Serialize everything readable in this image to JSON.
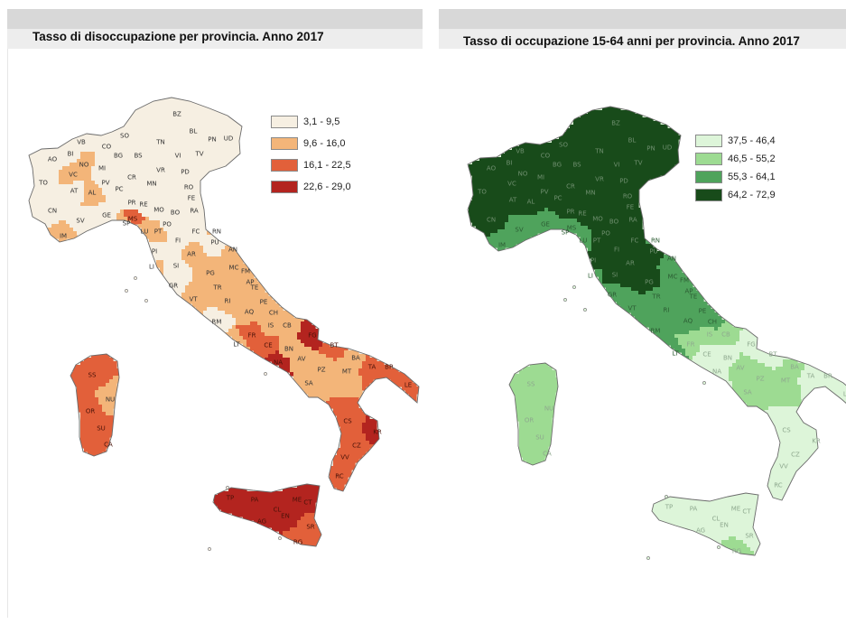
{
  "left": {
    "title": "Tasso di disoccupazione per provincia. Anno 2017",
    "legend": [
      {
        "label": "3,1 - 9,5",
        "color": "#f6efe2"
      },
      {
        "label": "9,6 - 16,0",
        "color": "#f3b579"
      },
      {
        "label": "16,1 - 22,5",
        "color": "#e2603a"
      },
      {
        "label": "22,6 - 29,0",
        "color": "#b3241f"
      }
    ]
  },
  "right": {
    "title": "Tasso di occupazione 15-64 anni per provincia. Anno 2017",
    "legend": [
      {
        "label": "37,5 - 46,4",
        "color": "#ddf5d9"
      },
      {
        "label": "46,5 - 55,2",
        "color": "#9ddb92"
      },
      {
        "label": "55,3 - 64,1",
        "color": "#4fa35c"
      },
      {
        "label": "64,2 - 72,9",
        "color": "#184b1a"
      }
    ]
  },
  "provinces": [
    {
      "code": "BZ",
      "u": 0,
      "o": 3
    },
    {
      "code": "TN",
      "u": 0,
      "o": 3
    },
    {
      "code": "BL",
      "u": 0,
      "o": 3
    },
    {
      "code": "UD",
      "u": 0,
      "o": 3
    },
    {
      "code": "PN",
      "u": 0,
      "o": 3
    },
    {
      "code": "SO",
      "u": 0,
      "o": 3
    },
    {
      "code": "VB",
      "u": 0,
      "o": 3
    },
    {
      "code": "BI",
      "u": 0,
      "o": 3
    },
    {
      "code": "CO",
      "u": 0,
      "o": 3
    },
    {
      "code": "BG",
      "u": 0,
      "o": 3
    },
    {
      "code": "BS",
      "u": 0,
      "o": 3
    },
    {
      "code": "VI",
      "u": 0,
      "o": 3
    },
    {
      "code": "TV",
      "u": 0,
      "o": 3
    },
    {
      "code": "VR",
      "u": 0,
      "o": 3
    },
    {
      "code": "PD",
      "u": 0,
      "o": 3
    },
    {
      "code": "MI",
      "u": 0,
      "o": 3
    },
    {
      "code": "NO",
      "u": 1,
      "o": 3
    },
    {
      "code": "VC",
      "u": 1,
      "o": 3
    },
    {
      "code": "AO",
      "u": 0,
      "o": 3
    },
    {
      "code": "TO",
      "u": 0,
      "o": 3
    },
    {
      "code": "AT",
      "u": 0,
      "o": 3
    },
    {
      "code": "AL",
      "u": 1,
      "o": 3
    },
    {
      "code": "CN",
      "u": 0,
      "o": 3
    },
    {
      "code": "PV",
      "u": 0,
      "o": 3
    },
    {
      "code": "PC",
      "u": 0,
      "o": 3
    },
    {
      "code": "CR",
      "u": 0,
      "o": 3
    },
    {
      "code": "MN",
      "u": 0,
      "o": 3
    },
    {
      "code": "RO",
      "u": 0,
      "o": 3
    },
    {
      "code": "PR",
      "u": 0,
      "o": 3
    },
    {
      "code": "RE",
      "u": 0,
      "o": 3
    },
    {
      "code": "MO",
      "u": 0,
      "o": 3
    },
    {
      "code": "BO",
      "u": 0,
      "o": 3
    },
    {
      "code": "FE",
      "u": 0,
      "o": 3
    },
    {
      "code": "RA",
      "u": 0,
      "o": 3
    },
    {
      "code": "FC",
      "u": 0,
      "o": 3
    },
    {
      "code": "GE",
      "u": 0,
      "o": 2
    },
    {
      "code": "SV",
      "u": 0,
      "o": 2
    },
    {
      "code": "IM",
      "u": 1,
      "o": 2
    },
    {
      "code": "SP",
      "u": 1,
      "o": 2
    },
    {
      "code": "MS",
      "u": 2,
      "o": 2
    },
    {
      "code": "LU",
      "u": 1,
      "o": 2
    },
    {
      "code": "PT",
      "u": 1,
      "o": 3
    },
    {
      "code": "FI",
      "u": 0,
      "o": 3
    },
    {
      "code": "PO",
      "u": 0,
      "o": 3
    },
    {
      "code": "AR",
      "u": 1,
      "o": 3
    },
    {
      "code": "SI",
      "u": 0,
      "o": 3
    },
    {
      "code": "PI",
      "u": 0,
      "o": 3
    },
    {
      "code": "LI",
      "u": 1,
      "o": 2
    },
    {
      "code": "GR",
      "u": 0,
      "o": 2
    },
    {
      "code": "PU",
      "u": 0,
      "o": 3
    },
    {
      "code": "RN",
      "u": 1,
      "o": 2
    },
    {
      "code": "AN",
      "u": 1,
      "o": 2
    },
    {
      "code": "MC",
      "u": 1,
      "o": 2
    },
    {
      "code": "FM",
      "u": 1,
      "o": 2
    },
    {
      "code": "AP",
      "u": 1,
      "o": 2
    },
    {
      "code": "PG",
      "u": 1,
      "o": 3
    },
    {
      "code": "TR",
      "u": 1,
      "o": 2
    },
    {
      "code": "VT",
      "u": 1,
      "o": 2
    },
    {
      "code": "RI",
      "u": 1,
      "o": 2
    },
    {
      "code": "TE",
      "u": 1,
      "o": 2
    },
    {
      "code": "PE",
      "u": 1,
      "o": 2
    },
    {
      "code": "CH",
      "u": 1,
      "o": 2
    },
    {
      "code": "AQ",
      "u": 1,
      "o": 2
    },
    {
      "code": "RM",
      "u": 0,
      "o": 2
    },
    {
      "code": "LT",
      "u": 1,
      "o": 2
    },
    {
      "code": "FR",
      "u": 2,
      "o": 1
    },
    {
      "code": "IS",
      "u": 1,
      "o": 1
    },
    {
      "code": "CB",
      "u": 1,
      "o": 1
    },
    {
      "code": "FG",
      "u": 3,
      "o": 0
    },
    {
      "code": "CE",
      "u": 2,
      "o": 0
    },
    {
      "code": "BN",
      "u": 1,
      "o": 0
    },
    {
      "code": "AV",
      "u": 1,
      "o": 1
    },
    {
      "code": "NA",
      "u": 3,
      "o": 0
    },
    {
      "code": "SA",
      "u": 1,
      "o": 1
    },
    {
      "code": "PZ",
      "u": 1,
      "o": 1
    },
    {
      "code": "MT",
      "u": 1,
      "o": 1
    },
    {
      "code": "BT",
      "u": 2,
      "o": 0
    },
    {
      "code": "BA",
      "u": 1,
      "o": 1
    },
    {
      "code": "TA",
      "u": 2,
      "o": 0
    },
    {
      "code": "BR",
      "u": 2,
      "o": 0
    },
    {
      "code": "LE",
      "u": 2,
      "o": 0
    },
    {
      "code": "CS",
      "u": 2,
      "o": 0
    },
    {
      "code": "KR",
      "u": 3,
      "o": 0
    },
    {
      "code": "CZ",
      "u": 2,
      "o": 0
    },
    {
      "code": "VV",
      "u": 2,
      "o": 0
    },
    {
      "code": "RC",
      "u": 2,
      "o": 0
    },
    {
      "code": "ME",
      "u": 3,
      "o": 0
    },
    {
      "code": "TP",
      "u": 3,
      "o": 0
    },
    {
      "code": "PA",
      "u": 3,
      "o": 0
    },
    {
      "code": "AG",
      "u": 3,
      "o": 0
    },
    {
      "code": "CL",
      "u": 3,
      "o": 0
    },
    {
      "code": "EN",
      "u": 3,
      "o": 0
    },
    {
      "code": "CT",
      "u": 3,
      "o": 0
    },
    {
      "code": "RG",
      "u": 2,
      "o": 1
    },
    {
      "code": "SR",
      "u": 2,
      "o": 0
    },
    {
      "code": "SS",
      "u": 2,
      "o": 1
    },
    {
      "code": "NU",
      "u": 1,
      "o": 1
    },
    {
      "code": "OR",
      "u": 2,
      "o": 1
    },
    {
      "code": "SU",
      "u": 2,
      "o": 1
    },
    {
      "code": "CA",
      "u": 2,
      "o": 1
    }
  ]
}
